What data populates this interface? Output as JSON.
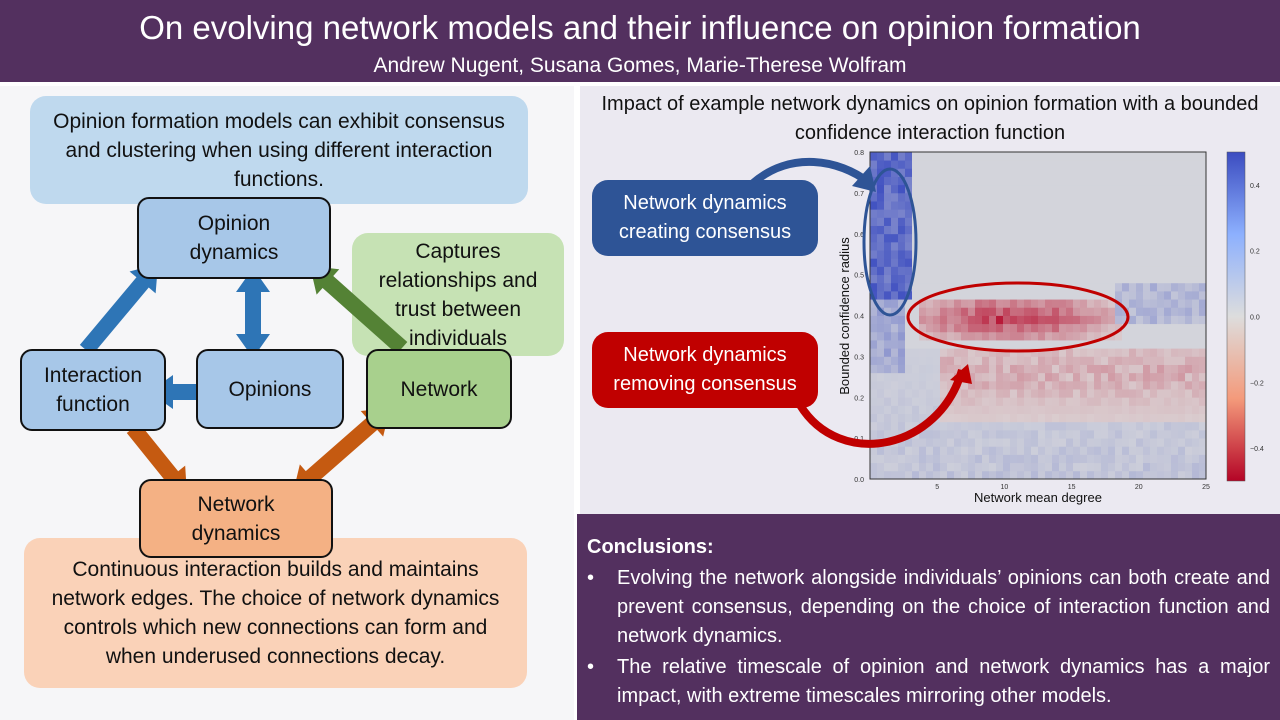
{
  "header": {
    "title": "On evolving network models and their influence on opinion formation",
    "authors": "Andrew Nugent, Susana Gomes, Marie-Therese Wolfram"
  },
  "left": {
    "intro": "Opinion formation models can exhibit consensus and clustering when using different interaction functions.",
    "network_note": "Captures relationships and trust between individuals",
    "dynamics_note": "Continuous interaction builds and maintains network edges. The choice of network dynamics controls which new connections can form and when underused connections decay.",
    "nodes": {
      "opinion_dynamics": "Opinion dynamics",
      "interaction_function": "Interaction function",
      "opinions": "Opinions",
      "network": "Network",
      "network_dynamics": "Network dynamics"
    }
  },
  "right": {
    "title": "Impact of example network dynamics on opinion formation with a bounded confidence interaction function",
    "callout_consensus": "Network dynamics creating consensus",
    "callout_removing": "Network dynamics removing consensus"
  },
  "chart_data": {
    "type": "heatmap",
    "xlabel": "Network mean degree",
    "ylabel": "Bounded confidence radius",
    "xlim": [
      0,
      25
    ],
    "ylim": [
      0,
      0.8
    ],
    "x_ticks": [
      "5",
      "10",
      "15",
      "20",
      "25"
    ],
    "y_ticks": [
      "0.0",
      "0.1",
      "0.2",
      "0.3",
      "0.4",
      "0.5",
      "0.6",
      "0.7",
      "0.8"
    ],
    "colorbar_ticks": [
      "0.4",
      "0.2",
      "0.0",
      "−0.2",
      "−0.4"
    ],
    "colorbar_range": [
      -0.5,
      0.5
    ],
    "colormap": "coolwarm",
    "regions": [
      {
        "description": "consensus",
        "x_range": [
          0,
          3
        ],
        "y_range": [
          0.43,
          0.8
        ],
        "value": 0.45,
        "highlight_color": "#2e5496"
      },
      {
        "description": "clustering",
        "x_range": [
          4,
          19
        ],
        "y_range": [
          0.34,
          0.44
        ],
        "value": -0.35,
        "highlight_color": "#c00000"
      }
    ]
  },
  "conclusions": {
    "title": "Conclusions:",
    "bullet": "•",
    "items": [
      "Evolving the network alongside individuals’ opinions can both create and prevent consensus, depending on the choice of interaction function and network dynamics.",
      "The relative timescale of opinion and network dynamics has a major impact, with extreme timescales mirroring other models."
    ]
  },
  "colors": {
    "header": "#53305f",
    "arrow_blue": "#2e75b6",
    "arrow_green": "#548235",
    "arrow_orange": "#c55a11",
    "consensus": "#2e5496",
    "removing": "#c00000"
  }
}
